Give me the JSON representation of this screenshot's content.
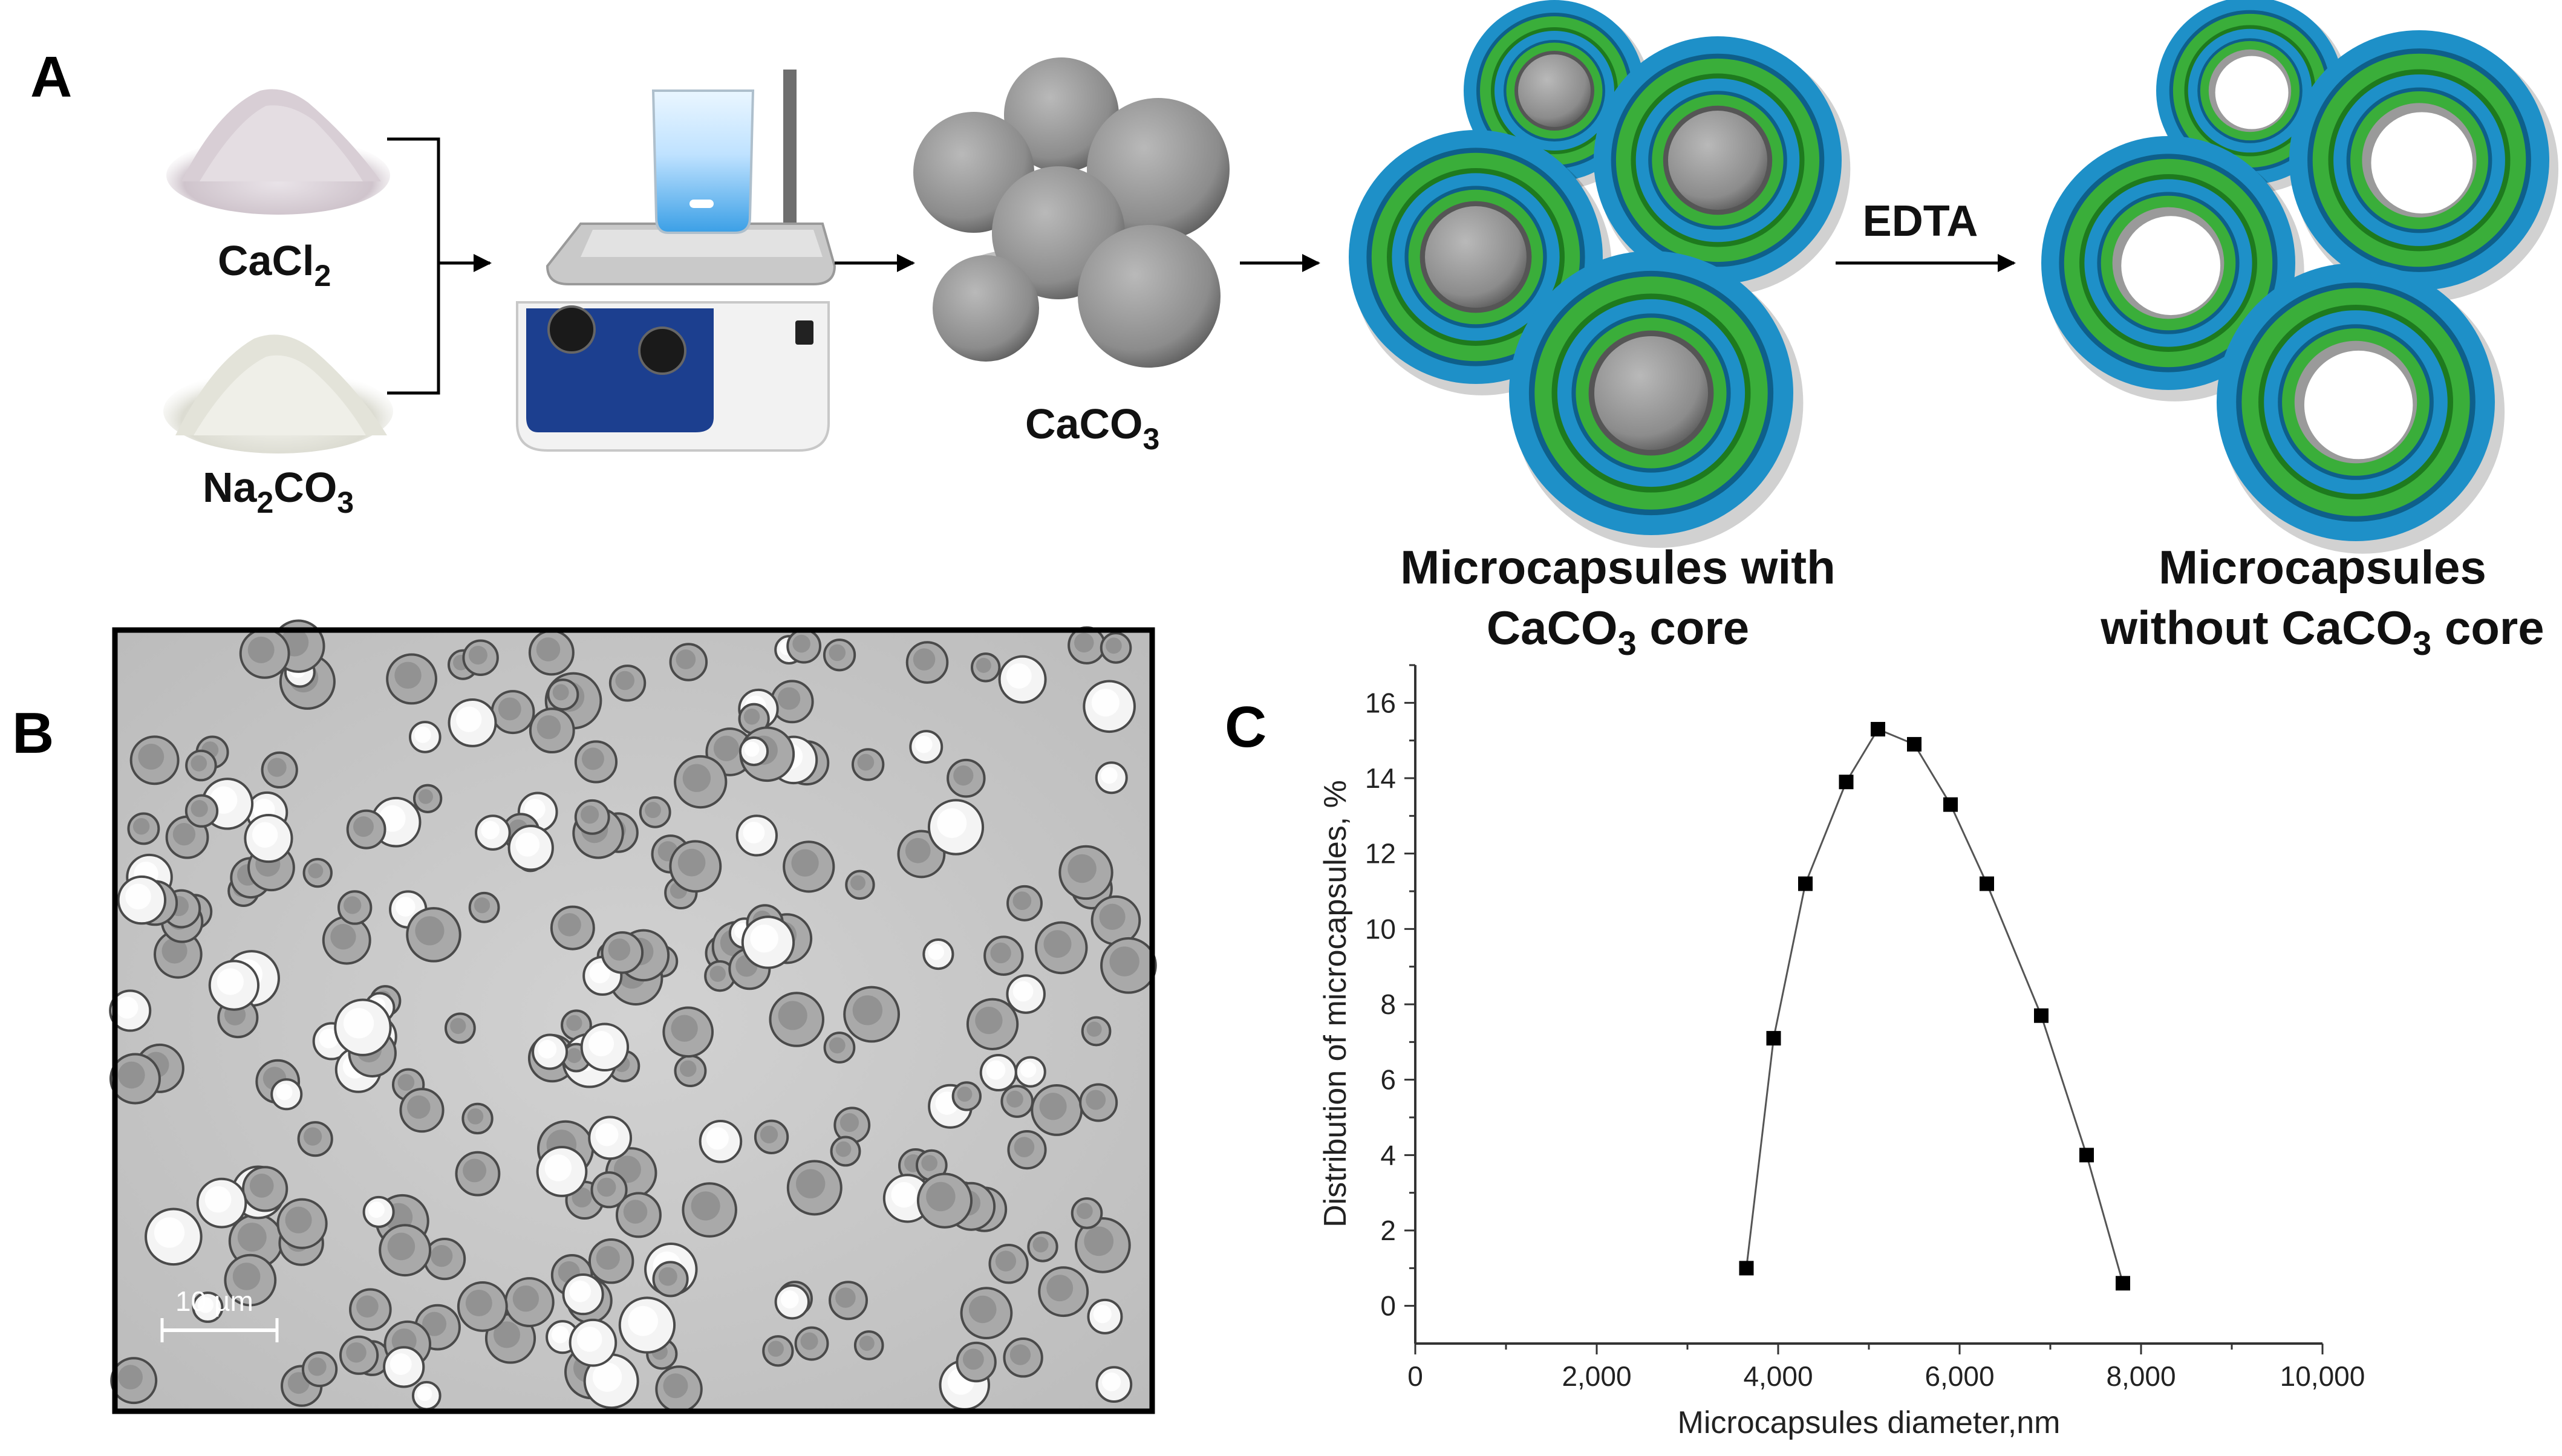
{
  "panels": {
    "a": "A",
    "b": "B",
    "c": "C"
  },
  "panel_a": {
    "cacl2": {
      "base": "CaCl",
      "sub": "2"
    },
    "na2co3": {
      "parts": [
        "Na",
        "2",
        "CO",
        "3"
      ]
    },
    "caco3": {
      "base": "CaCO",
      "sub": "3"
    },
    "reagent": "EDTA",
    "with_core": {
      "line1": "Microcapsules with",
      "line2_base": "CaCO",
      "line2_sub": "3",
      "line2_tail": " core"
    },
    "without_core": {
      "line1": "Microcapsules",
      "line2_head": "without CaCO",
      "line2_sub": "3",
      "line2_tail": " core"
    }
  },
  "panel_b": {
    "scale_bar": "10 µm"
  },
  "colors": {
    "shell_blue": "#1e90c8",
    "shell_green": "#3aae3a",
    "core_gray": "#8a8a8a",
    "stirrer_blue": "#1c3f8f"
  },
  "chart_data": {
    "type": "scatter",
    "title": "",
    "xlabel": "Microcapsules diameter,nm",
    "ylabel": "Distribution of microcapsules, %",
    "xlim": [
      0,
      10000
    ],
    "ylim": [
      -1,
      17
    ],
    "x_ticks": [
      0,
      2000,
      4000,
      6000,
      8000,
      10000
    ],
    "x_tick_labels": [
      "0",
      "2,000",
      "4,000",
      "6,000",
      "8,000",
      "10,000"
    ],
    "y_ticks": [
      0,
      2,
      4,
      6,
      8,
      10,
      12,
      14,
      16
    ],
    "y_tick_labels": [
      "0",
      "2",
      "4",
      "6",
      "8",
      "10",
      "12",
      "14",
      "16"
    ],
    "marker": "square",
    "line": "connected",
    "series": [
      {
        "x": [
          3650,
          3950,
          4300,
          4750,
          5100,
          5500,
          5900,
          6300,
          6900,
          7400,
          7800
        ],
        "y": [
          1.0,
          7.1,
          11.2,
          13.9,
          15.3,
          14.9,
          13.3,
          11.2,
          7.7,
          4.0,
          0.6
        ]
      }
    ]
  }
}
